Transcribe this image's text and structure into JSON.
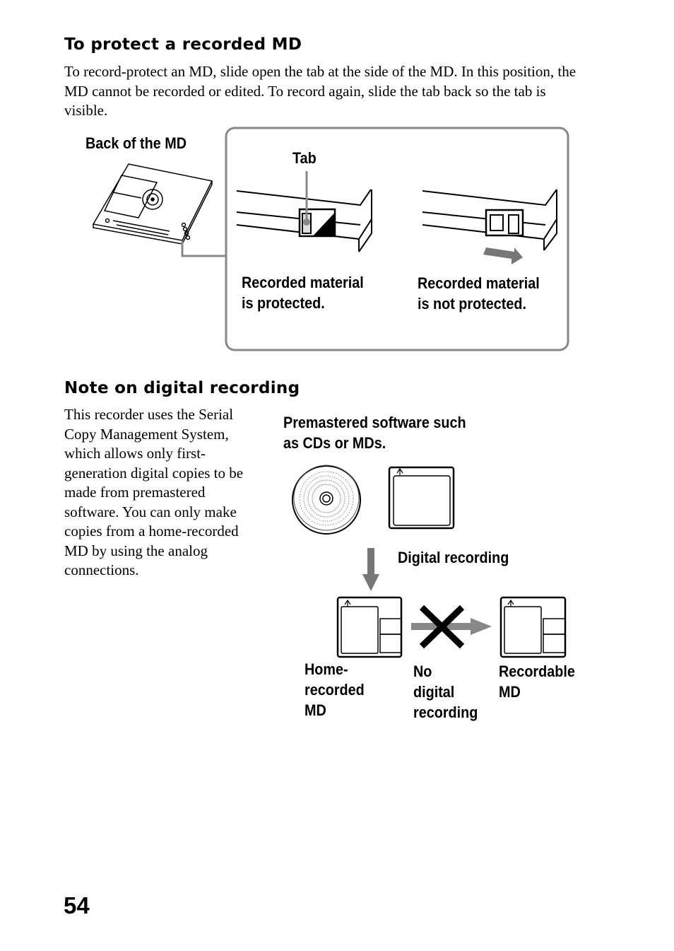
{
  "section1": {
    "heading": "To protect a recorded MD",
    "body": "To record-protect an MD, slide open the tab at the side of the MD. In this position, the MD cannot be recorded or edited. To record again, slide the tab back so the tab is visible.",
    "label_back": "Back of the MD",
    "label_tab": "Tab",
    "label_protected": "Recorded material\nis protected.",
    "label_not_protected": "Recorded material\nis not protected."
  },
  "section2": {
    "heading": "Note on digital recording",
    "body": "This recorder uses the Serial Copy Management System, which allows only first-generation digital copies to be made from premastered software. You can only make copies from a home-recorded MD by using the analog connections.",
    "label_premastered": "Premastered software such\nas CDs or MDs.",
    "label_digital": "Digital recording",
    "label_home": "Home-\nrecorded\nMD",
    "label_no_digital": "No\ndigital\nrecording",
    "label_recordable": "Recordable\nMD"
  },
  "page_number": "54"
}
